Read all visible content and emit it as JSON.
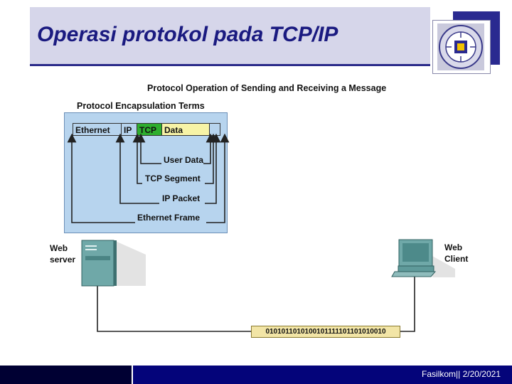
{
  "slide": {
    "title": "Operasi protokol pada TCP/IP",
    "footer": "Fasilkom|| 2/20/2021"
  },
  "diagram": {
    "title": "Protocol Operation of Sending and Receiving a Message",
    "panel_title": "Protocol Encapsulation Terms",
    "segments": {
      "ethernet": "Ethernet",
      "ip": "IP",
      "tcp": "TCP",
      "data": "Data"
    },
    "terms": {
      "user_data": "User Data",
      "tcp_segment": "TCP Segment",
      "ip_packet": "IP Packet",
      "ethernet_frame": "Ethernet Frame"
    },
    "server_label": "Web server",
    "client_label": "Web Client",
    "binary": "0101011010100101111101101010010"
  },
  "colors": {
    "title_bg": "#d6d6ea",
    "title_text": "#1a1a80",
    "panel_bg": "#b7d4ee",
    "tcp_green": "#2eae2e",
    "data_yellow": "#f7f3a6",
    "footer_bg": "#04047a"
  },
  "icons": {
    "logo": "university-seal-icon",
    "server": "server-tower-icon",
    "client": "desktop-computer-icon"
  }
}
